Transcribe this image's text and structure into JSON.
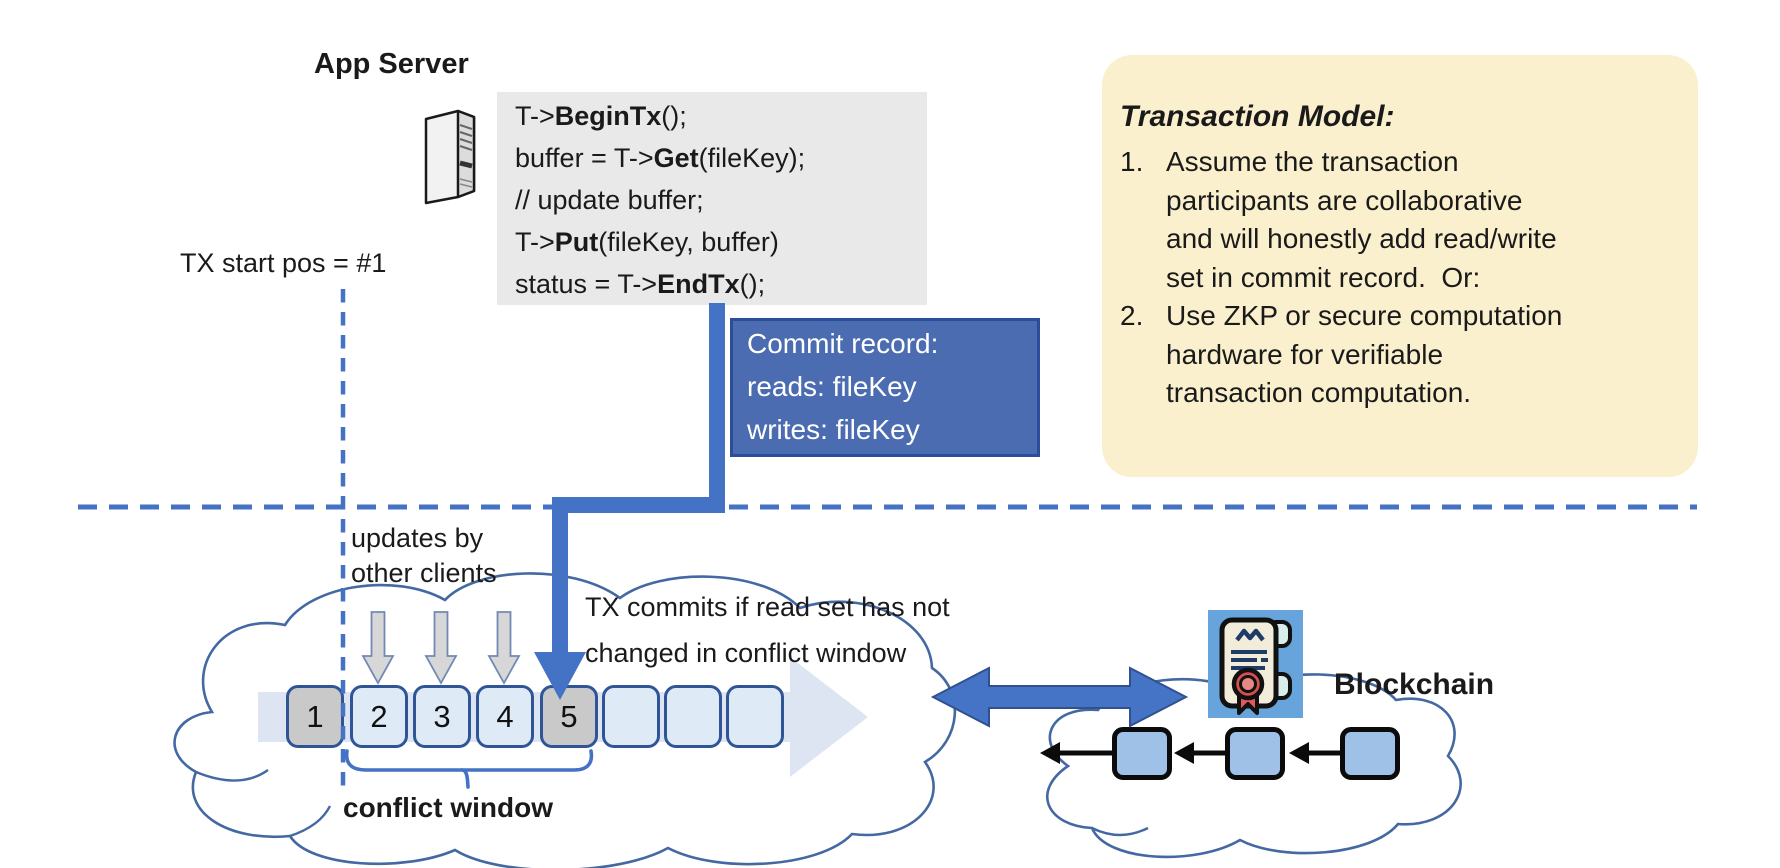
{
  "app_server": {
    "label": "App Server"
  },
  "code": {
    "lines": [
      {
        "pre": "T->",
        "bold": "BeginTx",
        "post": "();"
      },
      {
        "pre": "buffer = T->",
        "bold": "Get",
        "post": "(fileKey);"
      },
      {
        "pre": "// update buffer;",
        "bold": "",
        "post": ""
      },
      {
        "pre": "T->",
        "bold": "Put",
        "post": "(fileKey, buffer)"
      },
      {
        "pre": "status = T->",
        "bold": "EndTx",
        "post": "();"
      }
    ]
  },
  "tx_start": {
    "label": "TX start pos = #1"
  },
  "commit_record": {
    "lines": [
      "Commit record:",
      "reads: fileKey",
      "writes: fileKey"
    ]
  },
  "note": {
    "title": "Transaction Model:",
    "items": [
      {
        "num": "1.",
        "text": "Assume the transaction\nparticipants are collaborative\nand will honestly add read/write\nset in commit record.  Or:"
      },
      {
        "num": "2.",
        "text": "Use ZKP or secure computation\nhardware for verifiable\ntransaction computation."
      }
    ]
  },
  "updates": {
    "label": "updates by\nother clients"
  },
  "tx_commits": {
    "label": "TX commits if read set has not\nchanged in conflict window"
  },
  "conflict_window": {
    "label": "conflict window"
  },
  "ledger": {
    "blocks": [
      {
        "label": "1",
        "variant": "gray"
      },
      {
        "label": "2",
        "variant": "light"
      },
      {
        "label": "3",
        "variant": "light"
      },
      {
        "label": "4",
        "variant": "light"
      },
      {
        "label": "5",
        "variant": "gray"
      },
      {
        "label": "",
        "variant": "light"
      },
      {
        "label": "",
        "variant": "light"
      },
      {
        "label": "",
        "variant": "light"
      }
    ]
  },
  "blockchain": {
    "label": "Blockchain"
  },
  "icons": {
    "server": "server-tower-icon",
    "blockchain": "certificate-scroll-icon"
  },
  "colors": {
    "accent_blue": "#4472C4",
    "dark_line_blue": "#2F528F",
    "cloud_stroke": "#4368A2",
    "code_bg": "#E9E9E9",
    "commit_fill": "#4B6CB0",
    "commit_border": "#2C4E9A",
    "note_bg": "#FAF0CE",
    "block_light": "#DEEBF7",
    "block_gray": "#C9C9C9",
    "block_border": "#2F5597",
    "chain_block_fill": "#9FC1E7",
    "pale_arrow": "#D9E2F2",
    "gray_arrow": "#D7D7D7"
  }
}
